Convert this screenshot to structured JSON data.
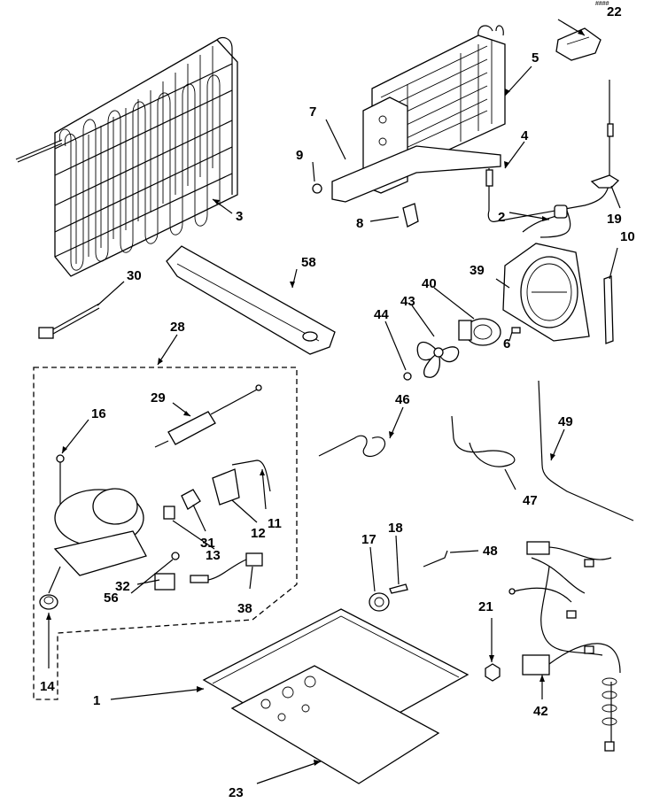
{
  "header_code": "####",
  "callouts": {
    "c1": "1",
    "c2": "2",
    "c3": "3",
    "c4": "4",
    "c5": "5",
    "c6": "6",
    "c7": "7",
    "c8": "8",
    "c9": "9",
    "c10": "10",
    "c11": "11",
    "c12": "12",
    "c13": "13",
    "c14": "14",
    "c16": "16",
    "c17": "17",
    "c18": "18",
    "c19": "19",
    "c21": "21",
    "c22": "22",
    "c23": "23",
    "c28": "28",
    "c29": "29",
    "c30": "30",
    "c31": "31",
    "c32": "32",
    "c38": "38",
    "c39": "39",
    "c40": "40",
    "c42": "42",
    "c43": "43",
    "c44": "44",
    "c46": "46",
    "c47": "47",
    "c48": "48",
    "c49": "49",
    "c56": "56",
    "c58": "58"
  }
}
